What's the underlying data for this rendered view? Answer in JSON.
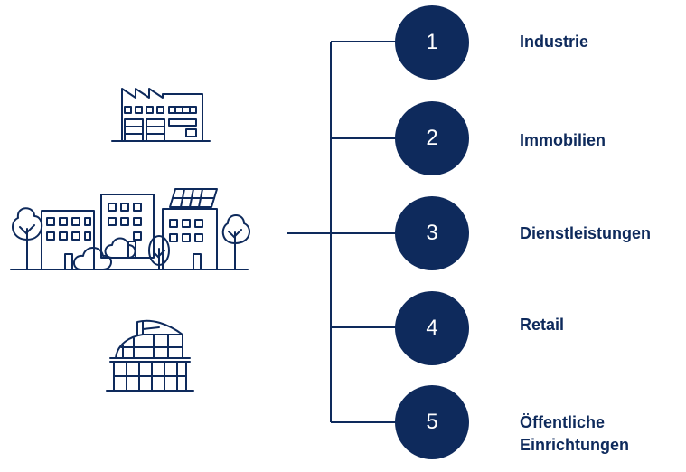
{
  "colors": {
    "primary": "#0e2a5c",
    "background": "#ffffff"
  },
  "icons": [
    "factory-icon",
    "city-buildings-icon",
    "glass-building-icon"
  ],
  "sectors": [
    {
      "number": "1",
      "label": "Industrie"
    },
    {
      "number": "2",
      "label": "Immobilien"
    },
    {
      "number": "3",
      "label": "Dienstleistungen"
    },
    {
      "number": "4",
      "label": "Retail"
    },
    {
      "number": "5",
      "label": "Öffentliche\nEinrichtungen"
    }
  ]
}
